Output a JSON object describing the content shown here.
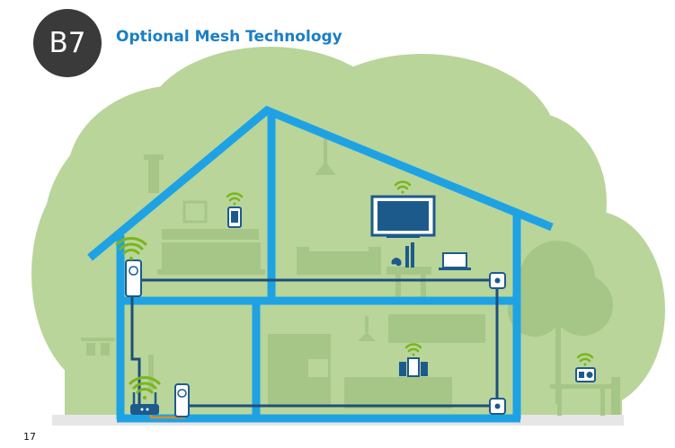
{
  "header": {
    "section_badge": "B7",
    "title": "Optional Mesh Technology"
  },
  "footer": {
    "page_number": "17"
  },
  "colors": {
    "house_frame": "#1fa2e3",
    "cloud_background": "#b9d59a",
    "furniture_silhouette": "#a6c687",
    "wifi_signal": "#7ab51d",
    "device_outline": "#1d5a8c",
    "cable": "#1d4f7a",
    "ground": "#e6e6e6"
  },
  "illustration": {
    "devices": [
      {
        "name": "powerline-adapter-attic-wifi",
        "icon": "powerline-adapter-icon"
      },
      {
        "name": "wifi-router",
        "icon": "router-icon"
      },
      {
        "name": "powerline-adapter-base",
        "icon": "powerline-adapter-icon"
      },
      {
        "name": "smartphone",
        "icon": "smartphone-icon"
      },
      {
        "name": "television",
        "icon": "tv-icon"
      },
      {
        "name": "game-console",
        "icon": "game-console-icon"
      },
      {
        "name": "laptop",
        "icon": "laptop-icon"
      },
      {
        "name": "stereo-system",
        "icon": "stereo-icon"
      },
      {
        "name": "outdoor-radio",
        "icon": "radio-icon"
      }
    ]
  }
}
